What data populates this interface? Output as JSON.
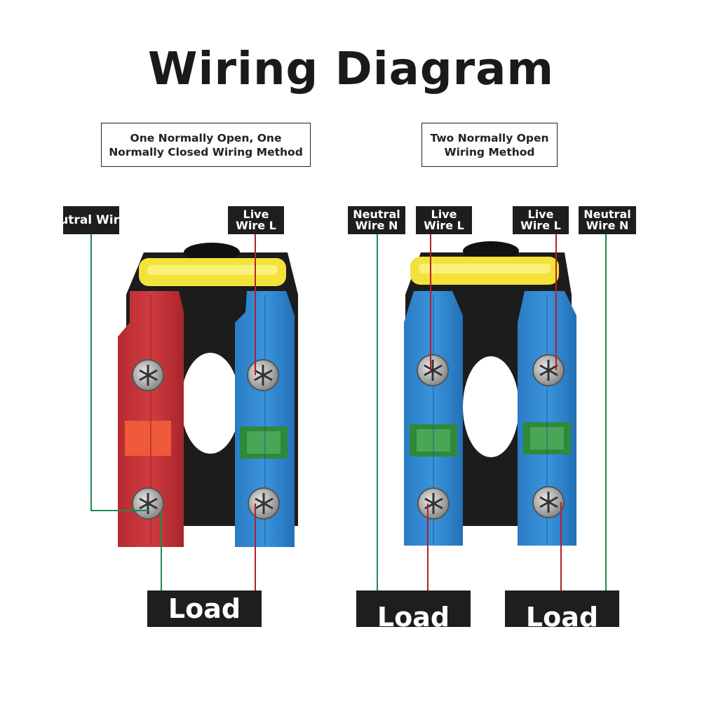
{
  "title": "Wiring Diagram",
  "left_method": "One Normally Open, One\nNormally Closed Wiring Method",
  "right_method": "Two Normally Open\nWiring Method",
  "left_labels": {
    "neutral": "utral Wir",
    "live": "Live\nWire L",
    "load": "Load"
  },
  "right_labels": {
    "neutral_1": "Neutral\nWire N",
    "live_1": "Live\nWire L",
    "live_2": "Live\nWire L",
    "neutral_2": "Neutral\nWire N",
    "load_1": "Load",
    "load_2": "Load"
  },
  "colors": {
    "nc_block": "#c7353a",
    "no_block": "#2f86cf",
    "actuator": "#f2e23a",
    "base": "#1c1c1c",
    "neutral_wire": "#1f8a4c",
    "live_wire": "#b3202a",
    "tag_bg": "#1e1e1e"
  }
}
